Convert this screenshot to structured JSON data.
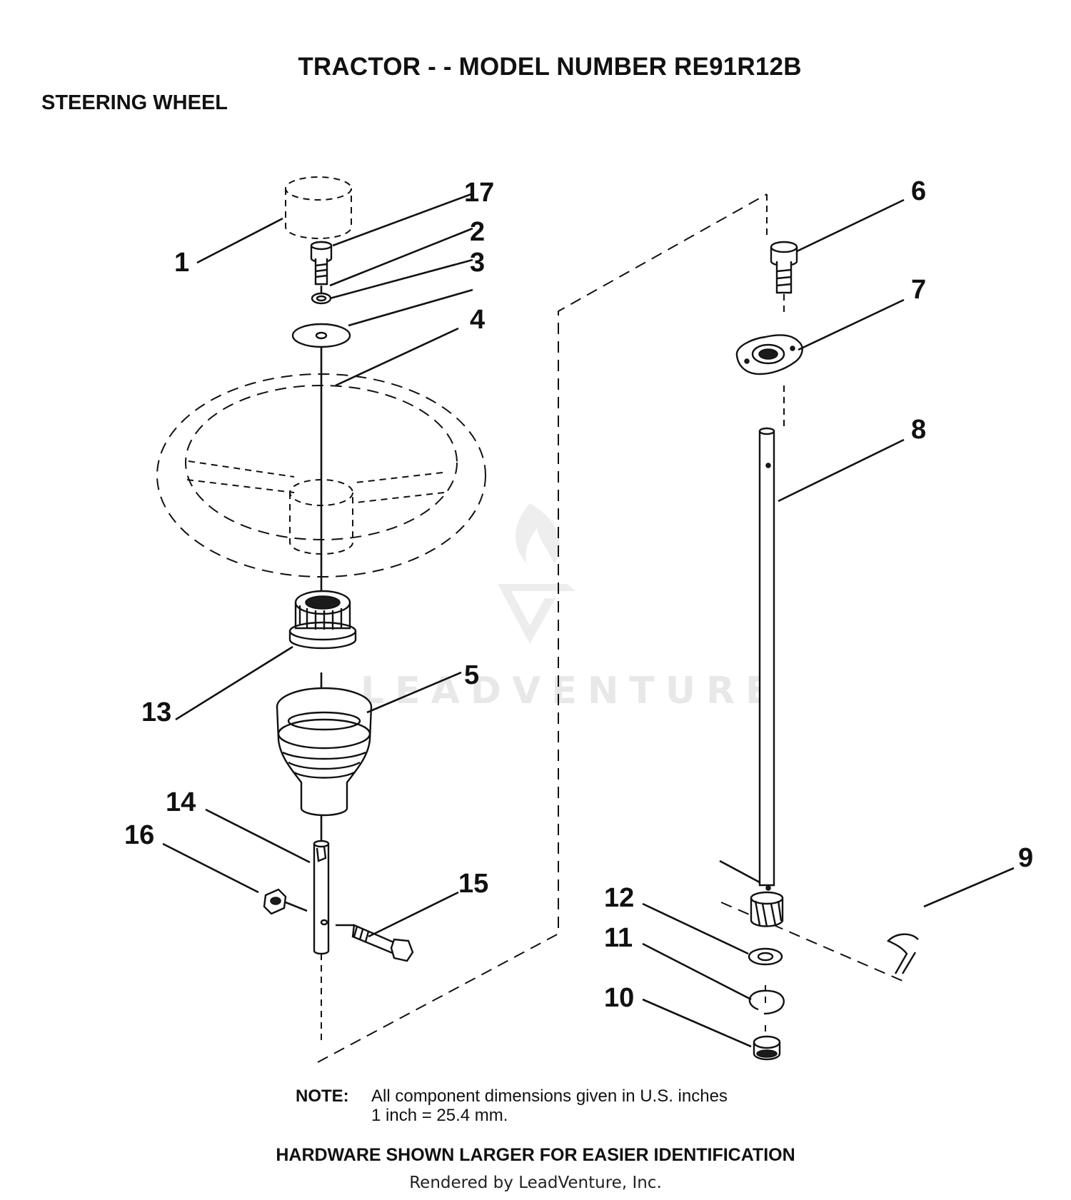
{
  "header": {
    "title": "TRACTOR - - MODEL NUMBER RE91R12B",
    "section": "STEERING WHEEL"
  },
  "callouts": [
    "1",
    "2",
    "3",
    "4",
    "5",
    "6",
    "7",
    "8",
    "9",
    "10",
    "11",
    "12",
    "13",
    "14",
    "15",
    "16",
    "17"
  ],
  "note": {
    "label": "NOTE:",
    "line1": "All component dimensions given in U.S. inches",
    "line2": "1 inch = 25.4 mm."
  },
  "hardware_note": "HARDWARE SHOWN LARGER FOR EASIER IDENTIFICATION",
  "footer": "Rendered by LeadVenture, Inc.",
  "watermark": "LEADVENTURE"
}
